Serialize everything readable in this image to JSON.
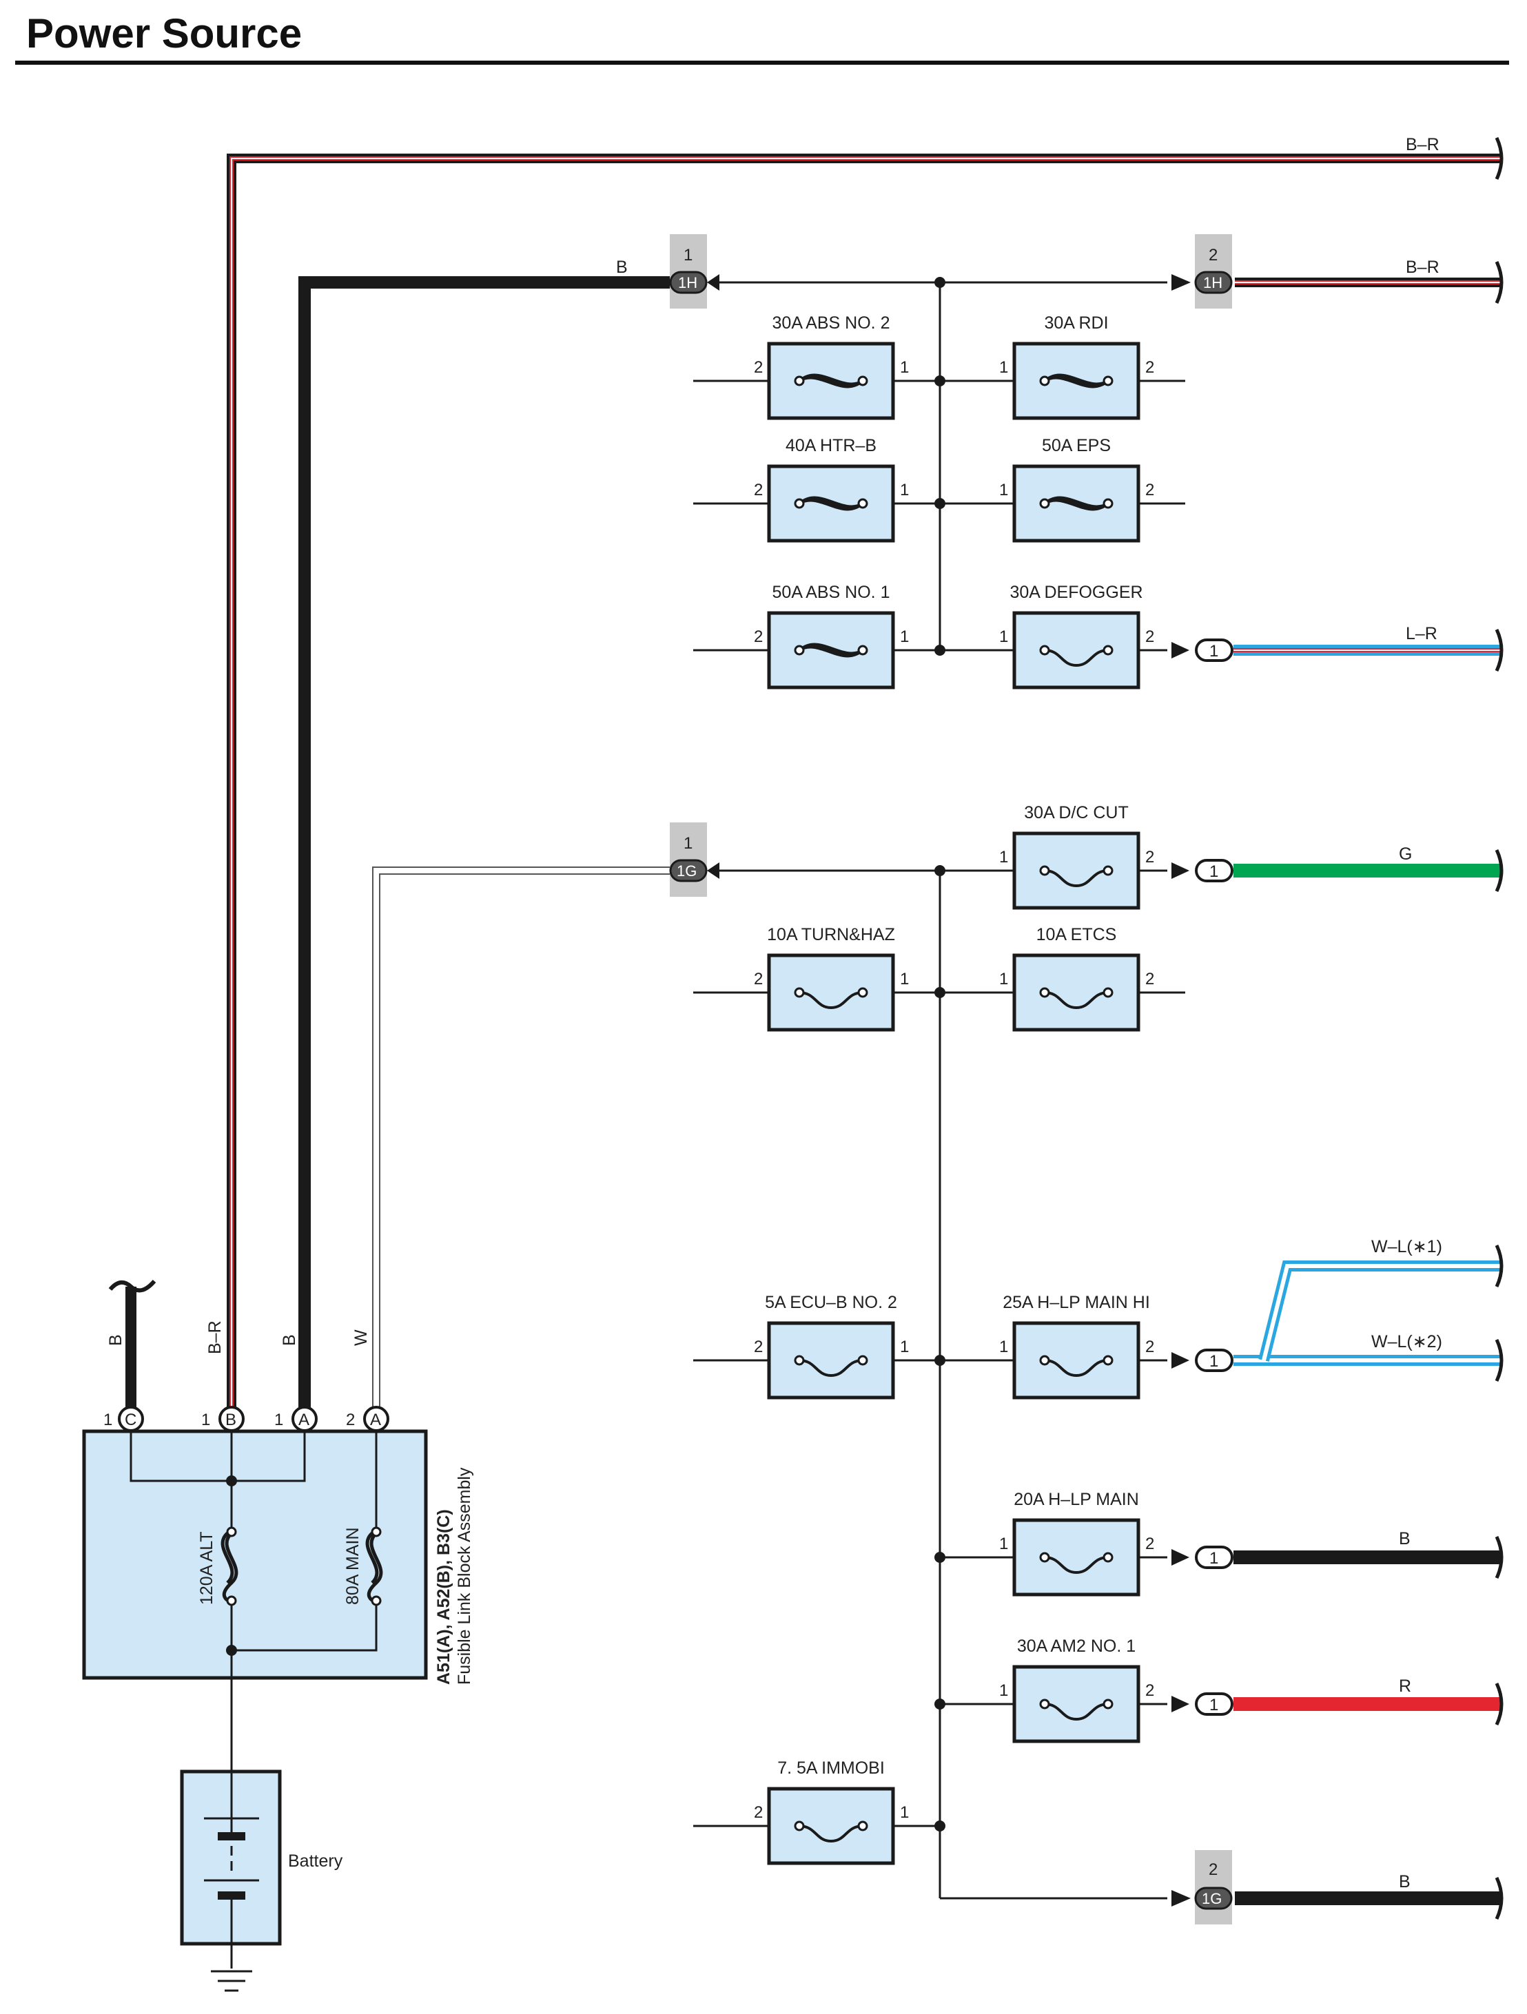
{
  "title": "Power Source",
  "colors": {
    "fuse_fill": "#cfe7f7",
    "black_wire": "#1a1a1a",
    "red": "#e3262f",
    "blue": "#2aa7e0",
    "green": "#00a650",
    "connector_shade": "#c8c8c8"
  },
  "connectors": {
    "c1h_left": {
      "pin": "1",
      "name": "1H"
    },
    "c1h_right": {
      "pin": "2",
      "name": "1H"
    },
    "c1g_left": {
      "pin": "1",
      "name": "1G"
    },
    "c1g_right": {
      "pin": "2",
      "name": "1G"
    }
  },
  "fuses": {
    "abs2": {
      "label": "30A ABS NO. 2",
      "left_pin": "2",
      "right_pin": "1"
    },
    "rdi": {
      "label": "30A RDI",
      "left_pin": "1",
      "right_pin": "2"
    },
    "htr": {
      "label": "40A HTR–B",
      "left_pin": "2",
      "right_pin": "1"
    },
    "eps": {
      "label": "50A EPS",
      "left_pin": "1",
      "right_pin": "2"
    },
    "abs1": {
      "label": "50A ABS NO. 1",
      "left_pin": "2",
      "right_pin": "1"
    },
    "defog": {
      "label": "30A DEFOGGER",
      "left_pin": "1",
      "right_pin": "2"
    },
    "dccut": {
      "label": "30A D/C CUT",
      "left_pin": "1",
      "right_pin": "2"
    },
    "turn": {
      "label": "10A TURN&HAZ",
      "left_pin": "2",
      "right_pin": "1"
    },
    "etcs": {
      "label": "10A ETCS",
      "left_pin": "1",
      "right_pin": "2"
    },
    "ecub": {
      "label": "5A ECU–B NO. 2",
      "left_pin": "2",
      "right_pin": "1"
    },
    "hlphi": {
      "label": "25A H–LP MAIN HI",
      "left_pin": "1",
      "right_pin": "2"
    },
    "hlp": {
      "label": "20A H–LP MAIN",
      "left_pin": "1",
      "right_pin": "2"
    },
    "am2": {
      "label": "30A AM2 NO. 1",
      "left_pin": "1",
      "right_pin": "2"
    },
    "immobi": {
      "label": "7. 5A IMMOBI",
      "left_pin": "2",
      "right_pin": "1"
    }
  },
  "wires": {
    "top_br": "B–R",
    "b_to_1h": "B",
    "br_1h": "B–R",
    "lr": "L–R",
    "g": "G",
    "wl1": "W–L(∗1)",
    "wl2": "W–L(∗2)",
    "b_hlp": "B",
    "r_am2": "R",
    "b_1g": "B"
  },
  "out_pins": {
    "defog": "1",
    "dccut": "1",
    "hlphi": "1",
    "hlp": "1",
    "am2": "1"
  },
  "fusible_block": {
    "codes": "A51(A), A52(B), B3(C)",
    "name": "Fusible Link Block Assembly",
    "alt_label": "120A ALT",
    "main_label": "80A MAIN",
    "terminals": [
      {
        "pin": "1",
        "letter": "C",
        "wire": "B"
      },
      {
        "pin": "1",
        "letter": "B",
        "wire": "B–R"
      },
      {
        "pin": "1",
        "letter": "A",
        "wire": "B"
      },
      {
        "pin": "2",
        "letter": "A",
        "wire": "W"
      }
    ]
  },
  "battery_label": "Battery"
}
